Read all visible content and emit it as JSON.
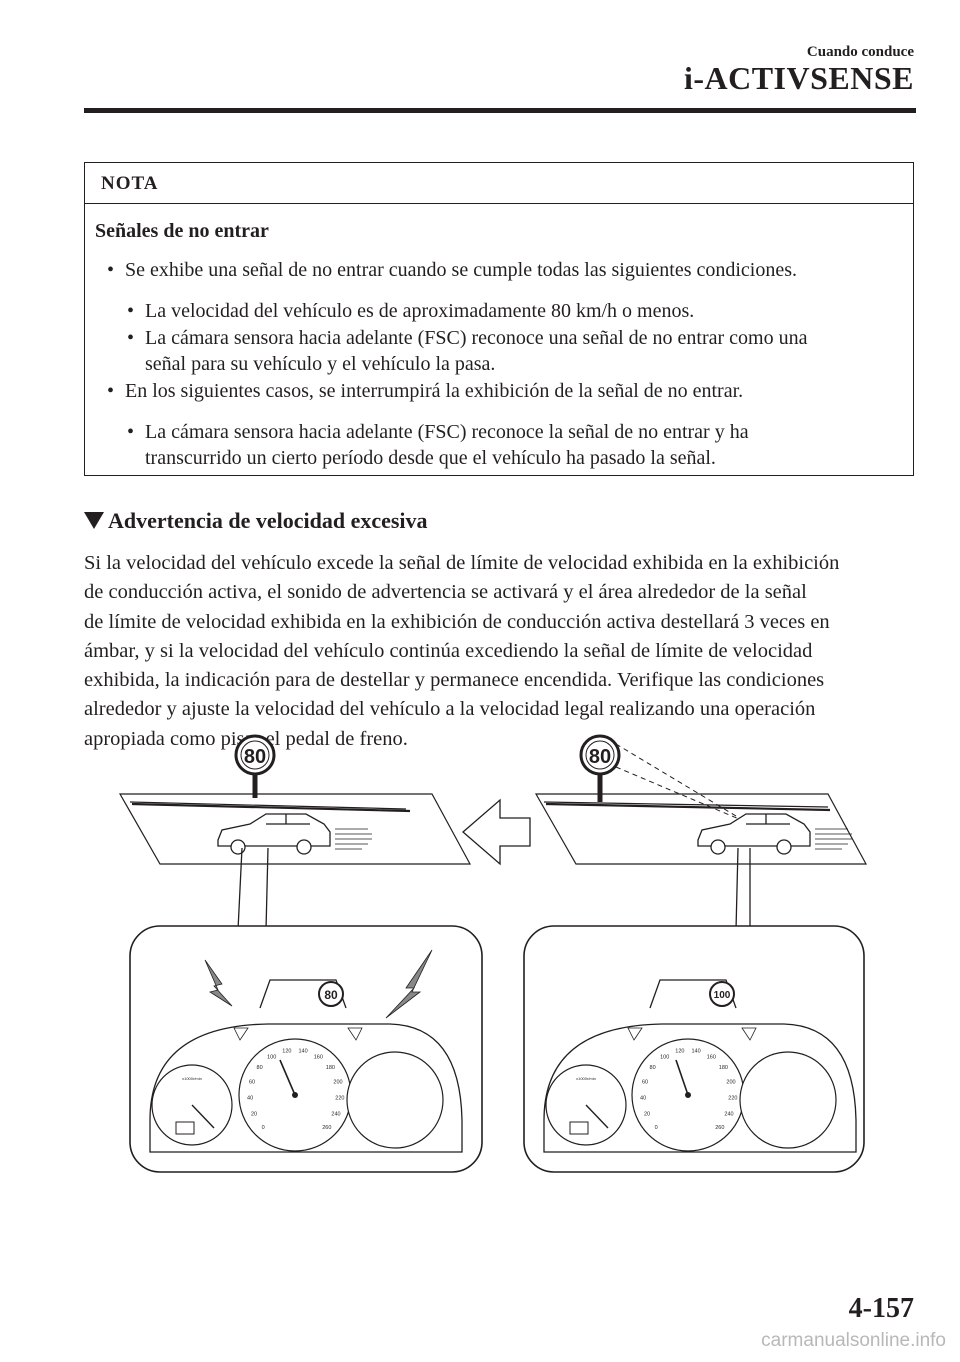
{
  "header": {
    "section": "Cuando conduce",
    "title": "i-ACTIVSENSE"
  },
  "note": {
    "label": "NOTA",
    "subtitle": "Señales de no entrar",
    "lines": [
      "Se exhibe una señal de no entrar cuando se cumple todas las siguientes condiciones.",
      "La velocidad del vehículo es de aproximadamente 80 km/h o menos.",
      "La cámara sensora hacia adelante (FSC) reconoce una señal de no entrar como una",
      "señal para su vehículo y el vehículo la pasa.",
      "En los siguientes casos, se interrumpirá la exhibición de la señal de no entrar.",
      "La cámara sensora hacia adelante (FSC) reconoce la señal de no entrar y ha",
      "transcurrido un cierto período desde que el vehículo ha pasado la señal."
    ]
  },
  "section": {
    "title": "Advertencia de velocidad excesiva",
    "lines": [
      "Si la velocidad del vehículo excede la señal de límite de velocidad exhibida en la exhibición",
      "de conducción activa, el sonido de advertencia se activará y el área alrededor de la señal",
      "de límite de velocidad exhibida en la exhibición de conducción activa destellará 3 veces en",
      "ámbar, y si la velocidad del vehículo continúa excediendo la señal de límite de velocidad",
      "exhibida, la indicación para de destellar y permanece encendida. Verifique las condiciones",
      "alrededor y ajuste la velocidad del vehículo a la velocidad legal realizando una operación",
      "apropiada como pisar el pedal de freno."
    ]
  },
  "figure": {
    "left_road_sign": "80",
    "right_road_sign": "80",
    "left_display_sign": "80",
    "right_display_sign": "100",
    "speed_ticks": [
      "0",
      "20",
      "40",
      "60",
      "80",
      "100",
      "120",
      "140",
      "160",
      "180",
      "200",
      "220",
      "240",
      "260"
    ],
    "tach_label": "x1000r/min"
  },
  "page": {
    "number": "4-157",
    "watermark": "carmanualsonline.info"
  }
}
